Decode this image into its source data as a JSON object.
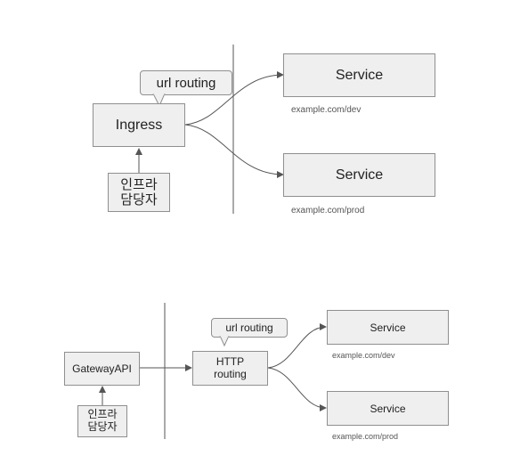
{
  "top": {
    "ingress_label": "Ingress",
    "callout_label": "url routing",
    "infra_label": "인프라\n담당자",
    "service_dev_label": "Service",
    "service_prod_label": "Service",
    "dev_url": "example.com/dev",
    "prod_url": "example.com/prod"
  },
  "bottom": {
    "gateway_label": "GatewayAPI",
    "http_label": "HTTP\nrouting",
    "callout_label": "url routing",
    "infra_label": "인프라\n담당자",
    "service_dev_label": "Service",
    "service_prod_label": "Service",
    "dev_url": "example.com/dev",
    "prod_url": "example.com/prod"
  },
  "colors": {
    "box_fill": "#efefef",
    "box_border": "#8f8f8f",
    "line": "#555555"
  }
}
